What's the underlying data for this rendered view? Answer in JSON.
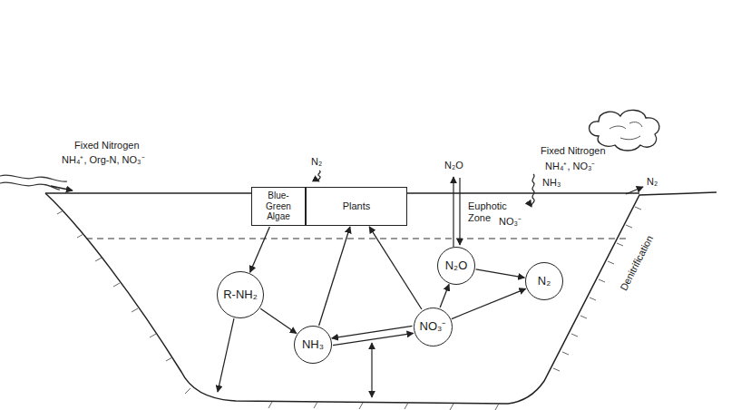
{
  "diagram": {
    "nodes": [
      {
        "text": [
          "Blue-Green Algae"
        ]
      },
      {
        "text": [
          "Plants"
        ]
      },
      {
        "text": [
          "R-NH₂"
        ]
      },
      {
        "text": [
          "NH₃"
        ]
      },
      {
        "text": [
          "NO₃⁻"
        ]
      },
      {
        "text": [
          "N₂O"
        ]
      },
      {
        "text": [
          "N₂"
        ]
      }
    ],
    "edges": [
      {
        "from": 0,
        "to": 2,
        "arrow": "to"
      },
      {
        "from": 2,
        "to": 3,
        "arrow": "to"
      },
      {
        "from": 3,
        "to": 1,
        "arrow": "to"
      },
      {
        "from": 4,
        "to": 1,
        "arrow": "to"
      },
      {
        "from": 3,
        "to": 4,
        "arrow": "to"
      },
      {
        "from": 4,
        "to": 3,
        "arrow": "to"
      },
      {
        "from": 4,
        "to": 5,
        "arrow": "to"
      },
      {
        "from": 5,
        "to": 6,
        "arrow": "to"
      },
      {
        "from": 4,
        "to": 6,
        "arrow": "to"
      }
    ],
    "labels": [
      "Fixed Nitrogen",
      "NH₄⁺, Org-N, NO₃⁻",
      "N₂",
      "N₂O",
      "Fixed Nitrogen",
      "NH₄⁺, NO₃⁻",
      "NH₃",
      "N₂",
      "Euphotic Zone",
      "NO₃⁻",
      "Denitrification"
    ]
  }
}
